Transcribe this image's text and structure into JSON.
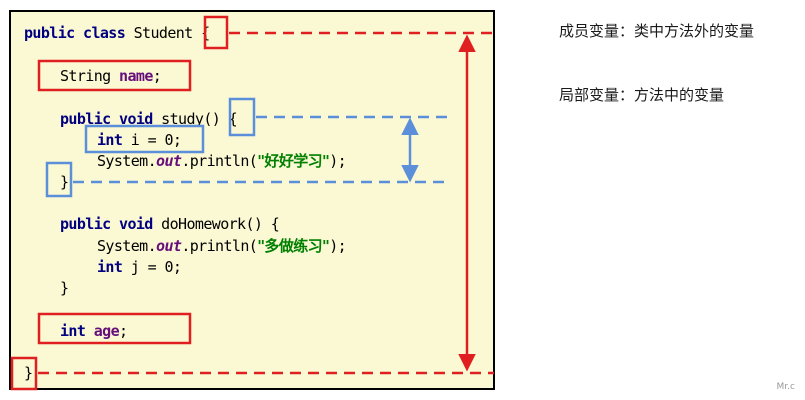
{
  "code": {
    "line1": {
      "kw": "public class",
      "rest": " Student ",
      "brace": "{"
    },
    "line2": {
      "type": "String",
      "name": "name",
      "semi": ";"
    },
    "line3": {
      "kw": "public void",
      "rest": " study() ",
      "brace": "{"
    },
    "line4": {
      "kw": "int",
      "rest": " i = 0;"
    },
    "line5": {
      "obj": "System.",
      "field": "out",
      "call": ".println(",
      "str": "\"好好学习\"",
      "end": ");"
    },
    "line6": {
      "brace": "}"
    },
    "line7": {
      "kw": "public void",
      "rest": " doHomework() {"
    },
    "line8": {
      "obj": "System.",
      "field": "out",
      "call": ".println(",
      "str": "\"多做练习\"",
      "end": ");"
    },
    "line9": {
      "kw": "int",
      "rest": " j = 0;"
    },
    "line10": {
      "brace": "}"
    },
    "line11": {
      "kw": "int",
      "name": "age",
      "semi": ";"
    },
    "line12": {
      "brace": "}"
    }
  },
  "annotations": {
    "member_variable": "成员变量：类中方法外的变量",
    "local_variable": "局部变量：方法中的变量"
  },
  "watermark": "Mr.c",
  "colors": {
    "panel_bg": "#fbf8d4",
    "red_marker": "#e02020",
    "blue_marker": "#5b8fd9",
    "keyword": "#000080",
    "field": "#660e7a",
    "string": "#008000"
  }
}
